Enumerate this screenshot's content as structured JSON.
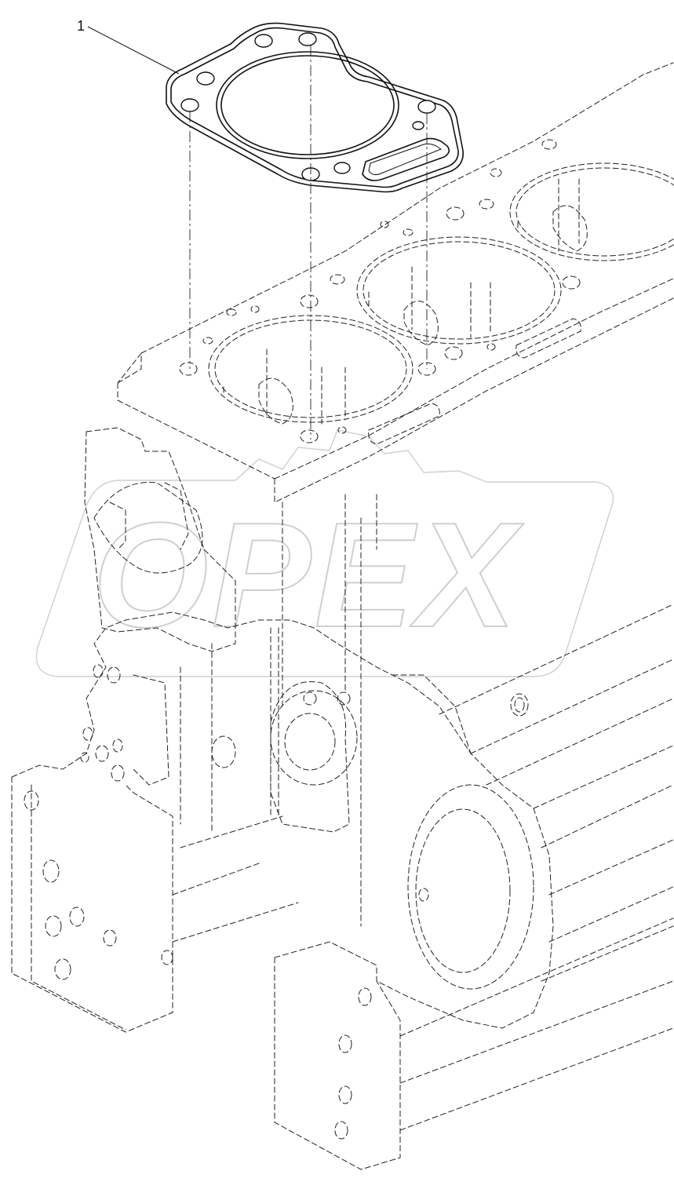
{
  "diagram": {
    "callouts": [
      {
        "number": "1",
        "part": "cylinder-head-gasket"
      }
    ],
    "watermark": "OPEX",
    "colors": {
      "line": "#111111",
      "watermark": "#cfcfcf",
      "background": "#ffffff"
    }
  }
}
